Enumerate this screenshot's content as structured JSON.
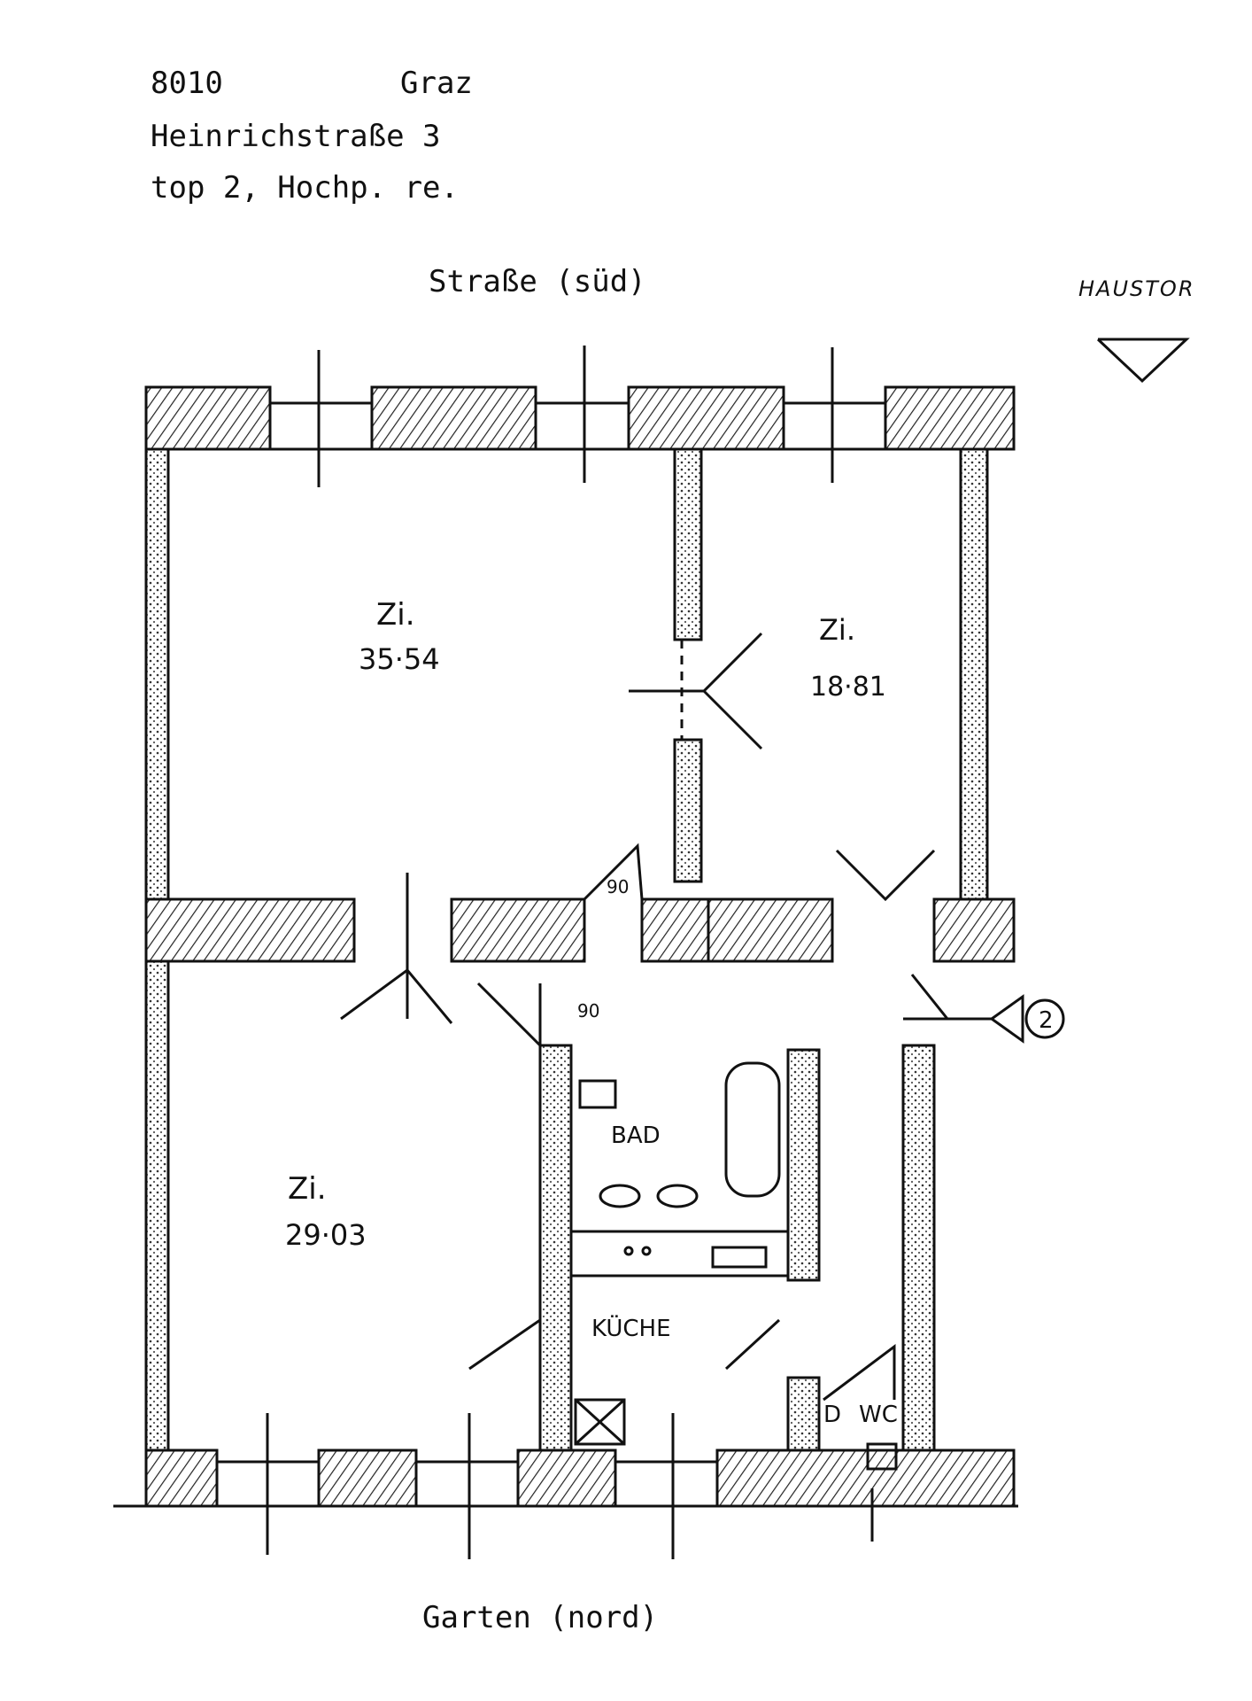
{
  "header": {
    "postcode": "8010",
    "city": "Graz",
    "street": "Heinrichstraße 3",
    "unit": "top 2, Hochp. re."
  },
  "orientation": {
    "top": "Straße (süd)",
    "bottom": "Garten (nord)"
  },
  "entrance": {
    "label": "HAUSTOR",
    "marker": "2"
  },
  "rooms": {
    "room_large": {
      "name": "Zi.",
      "area": "35·54"
    },
    "room_small": {
      "name": "Zi.",
      "area": "18·81"
    },
    "room_rear": {
      "name": "Zi.",
      "area": "29·03"
    },
    "bath": {
      "name": "BAD"
    },
    "kitchen": {
      "name": "KÜCHE"
    },
    "wc": {
      "name": "WC"
    },
    "wc_marker": {
      "name": "D"
    }
  },
  "door_widths": {
    "upper": "90",
    "lower": "90"
  }
}
